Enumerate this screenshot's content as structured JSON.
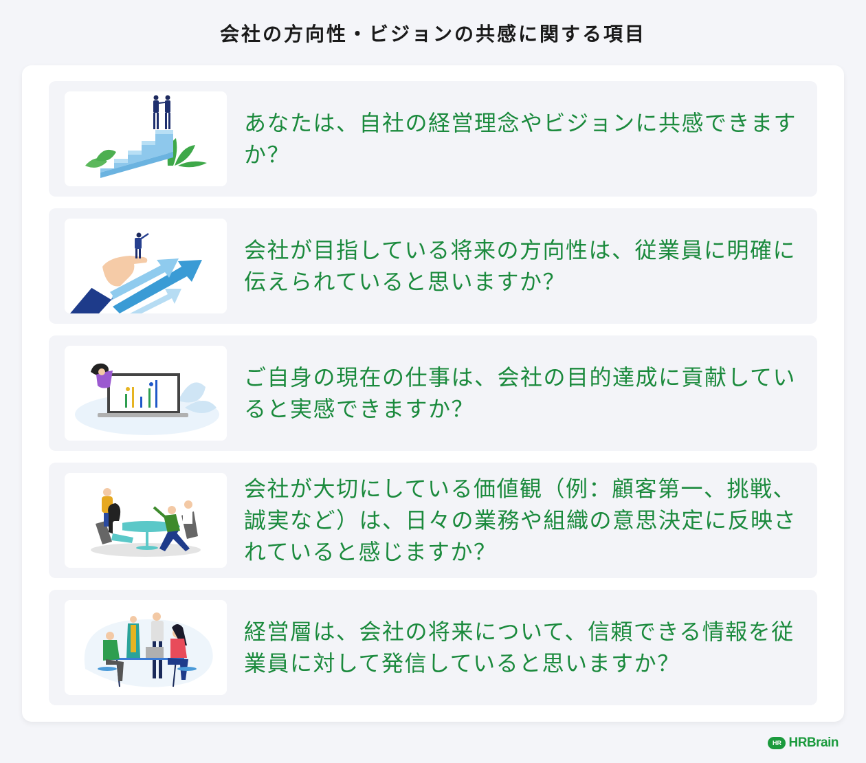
{
  "header": {
    "title": "会社の方向性・ビジョンの共感に関する項目"
  },
  "items": [
    {
      "illustration": "staircase-businessmen-illustration",
      "question": "あなたは、自社の経営理念やビジョンに共感できますか？"
    },
    {
      "illustration": "hand-arrows-growth-illustration",
      "question": "会社が目指している将来の方向性は、従業員に明確に伝えられていると思いますか？"
    },
    {
      "illustration": "laptop-bar-chart-illustration",
      "question": "ご自身の現在の仕事は、会社の目的達成に貢献していると実感できますか？"
    },
    {
      "illustration": "team-meeting-table-illustration",
      "question": "会社が大切にしている価値観（例：顧客第一、挑戦、誠実など）は、日々の業務や組織の意思決定に反映されていると感じますか？"
    },
    {
      "illustration": "team-collaboration-laptop-illustration",
      "question": "経営層は、会社の将来について、信頼できる情報を従業員に対して発信していると思いますか？"
    }
  ],
  "footer": {
    "logo_badge": "HR",
    "logo_text": "HRBrain"
  },
  "colors": {
    "question_text": "#1b8a3d",
    "brand_green": "#1b9a3d",
    "page_bg": "#f4f5f9",
    "item_bg": "#f3f4f8"
  }
}
